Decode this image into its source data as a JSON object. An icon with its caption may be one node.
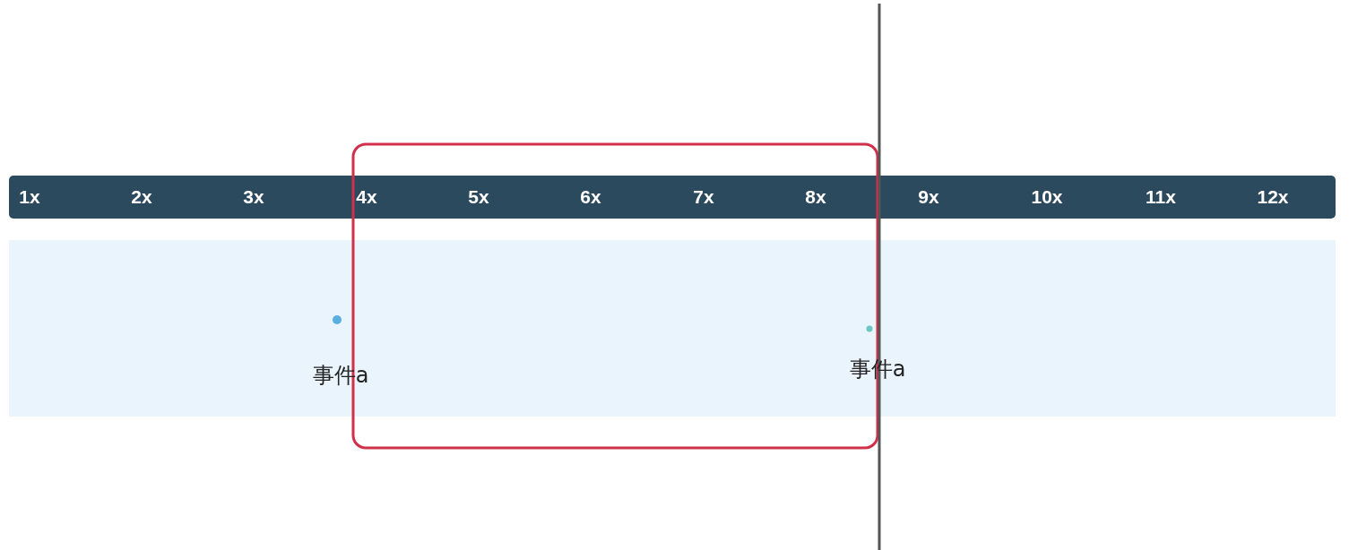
{
  "diagram": {
    "labels": [
      "1x",
      "2x",
      "3x",
      "4x",
      "5x",
      "6x",
      "7x",
      "8x",
      "9x",
      "10x",
      "11x",
      "12x",
      "事件a",
      "事件a"
    ]
  }
}
